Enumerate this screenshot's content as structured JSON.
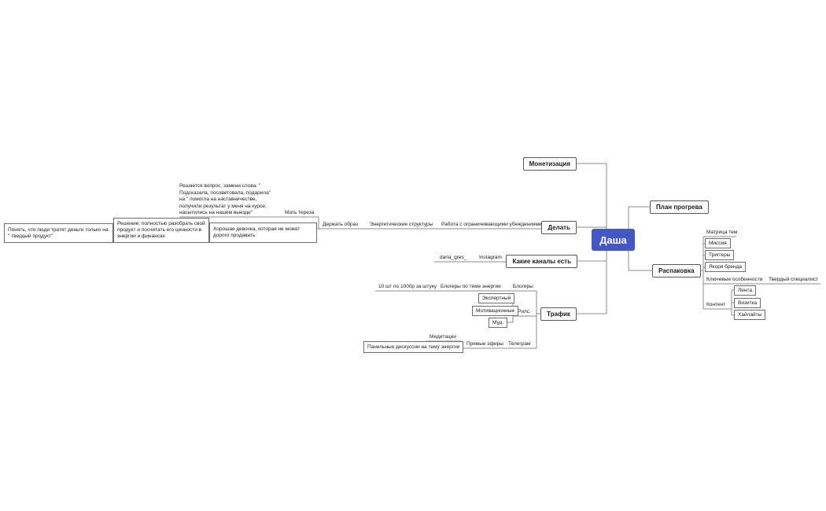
{
  "colors": {
    "root_bg": "#4457c9",
    "root_text": "#ffffff",
    "line": "#8c8c8c"
  },
  "mindmap": {
    "root": {
      "label": "Даша"
    },
    "left": {
      "monetization": {
        "label": "Монетизация"
      },
      "do": {
        "label": "Делать",
        "work_beliefs": "Работа с ограничивающими убеждениями",
        "energy_structures": "Энергетические структуры",
        "keep_image": "Держать образ",
        "mother_teresa": "Мать тереза",
        "rephrase_note": "Решается вопрос, замени слова: \" Подсказала, посоветовала, подарила\" на \" помогла на наставничестве, получили результат у меня на курсе, насытились на нашем выезде\"",
        "good_girl": "Хорошая девочка, которая не может дорого продавать",
        "solution": "Решение: полностью разобрать свой продукт и посчитать его ценности в энергии и финансах",
        "understand": "Понять, что люди тратят деньги только на \" твердый продукт\""
      },
      "channels": {
        "label": "Какие каналы есть",
        "instagram": "Instagram",
        "handle": "daria_gres_"
      },
      "traffic": {
        "label": "Трафик",
        "bloggers": "Блогеры",
        "bloggers_energy": "Блогеры по теме энергии",
        "bloggers_price": "10 шт по 1000р за штуку",
        "reels": "Рилс",
        "reels_expert": "Экспертный",
        "reels_motivational": "Мотивационные",
        "reels_mood": "Муд.",
        "telegram": "Телеграм",
        "live_streams": "Прямые эфиры",
        "meditations": "Медитации",
        "panel_discussions": "Панельные дискуссии на тему энергии"
      }
    },
    "right": {
      "warmup_plan": {
        "label": "План прогрева"
      },
      "unpacking": {
        "label": "Распаковка",
        "topic_matrix": "Матрица тем",
        "mission": "Миссия",
        "triggers": "Триггеры",
        "brand_anchors": "Якоря бренда",
        "key_features": "Ключевые особенности",
        "solid_specialist": "Твердый специалист",
        "content": "Контент",
        "feed": "Лента",
        "business_card": "Визитка",
        "highlights": "Хайлайты"
      }
    }
  }
}
